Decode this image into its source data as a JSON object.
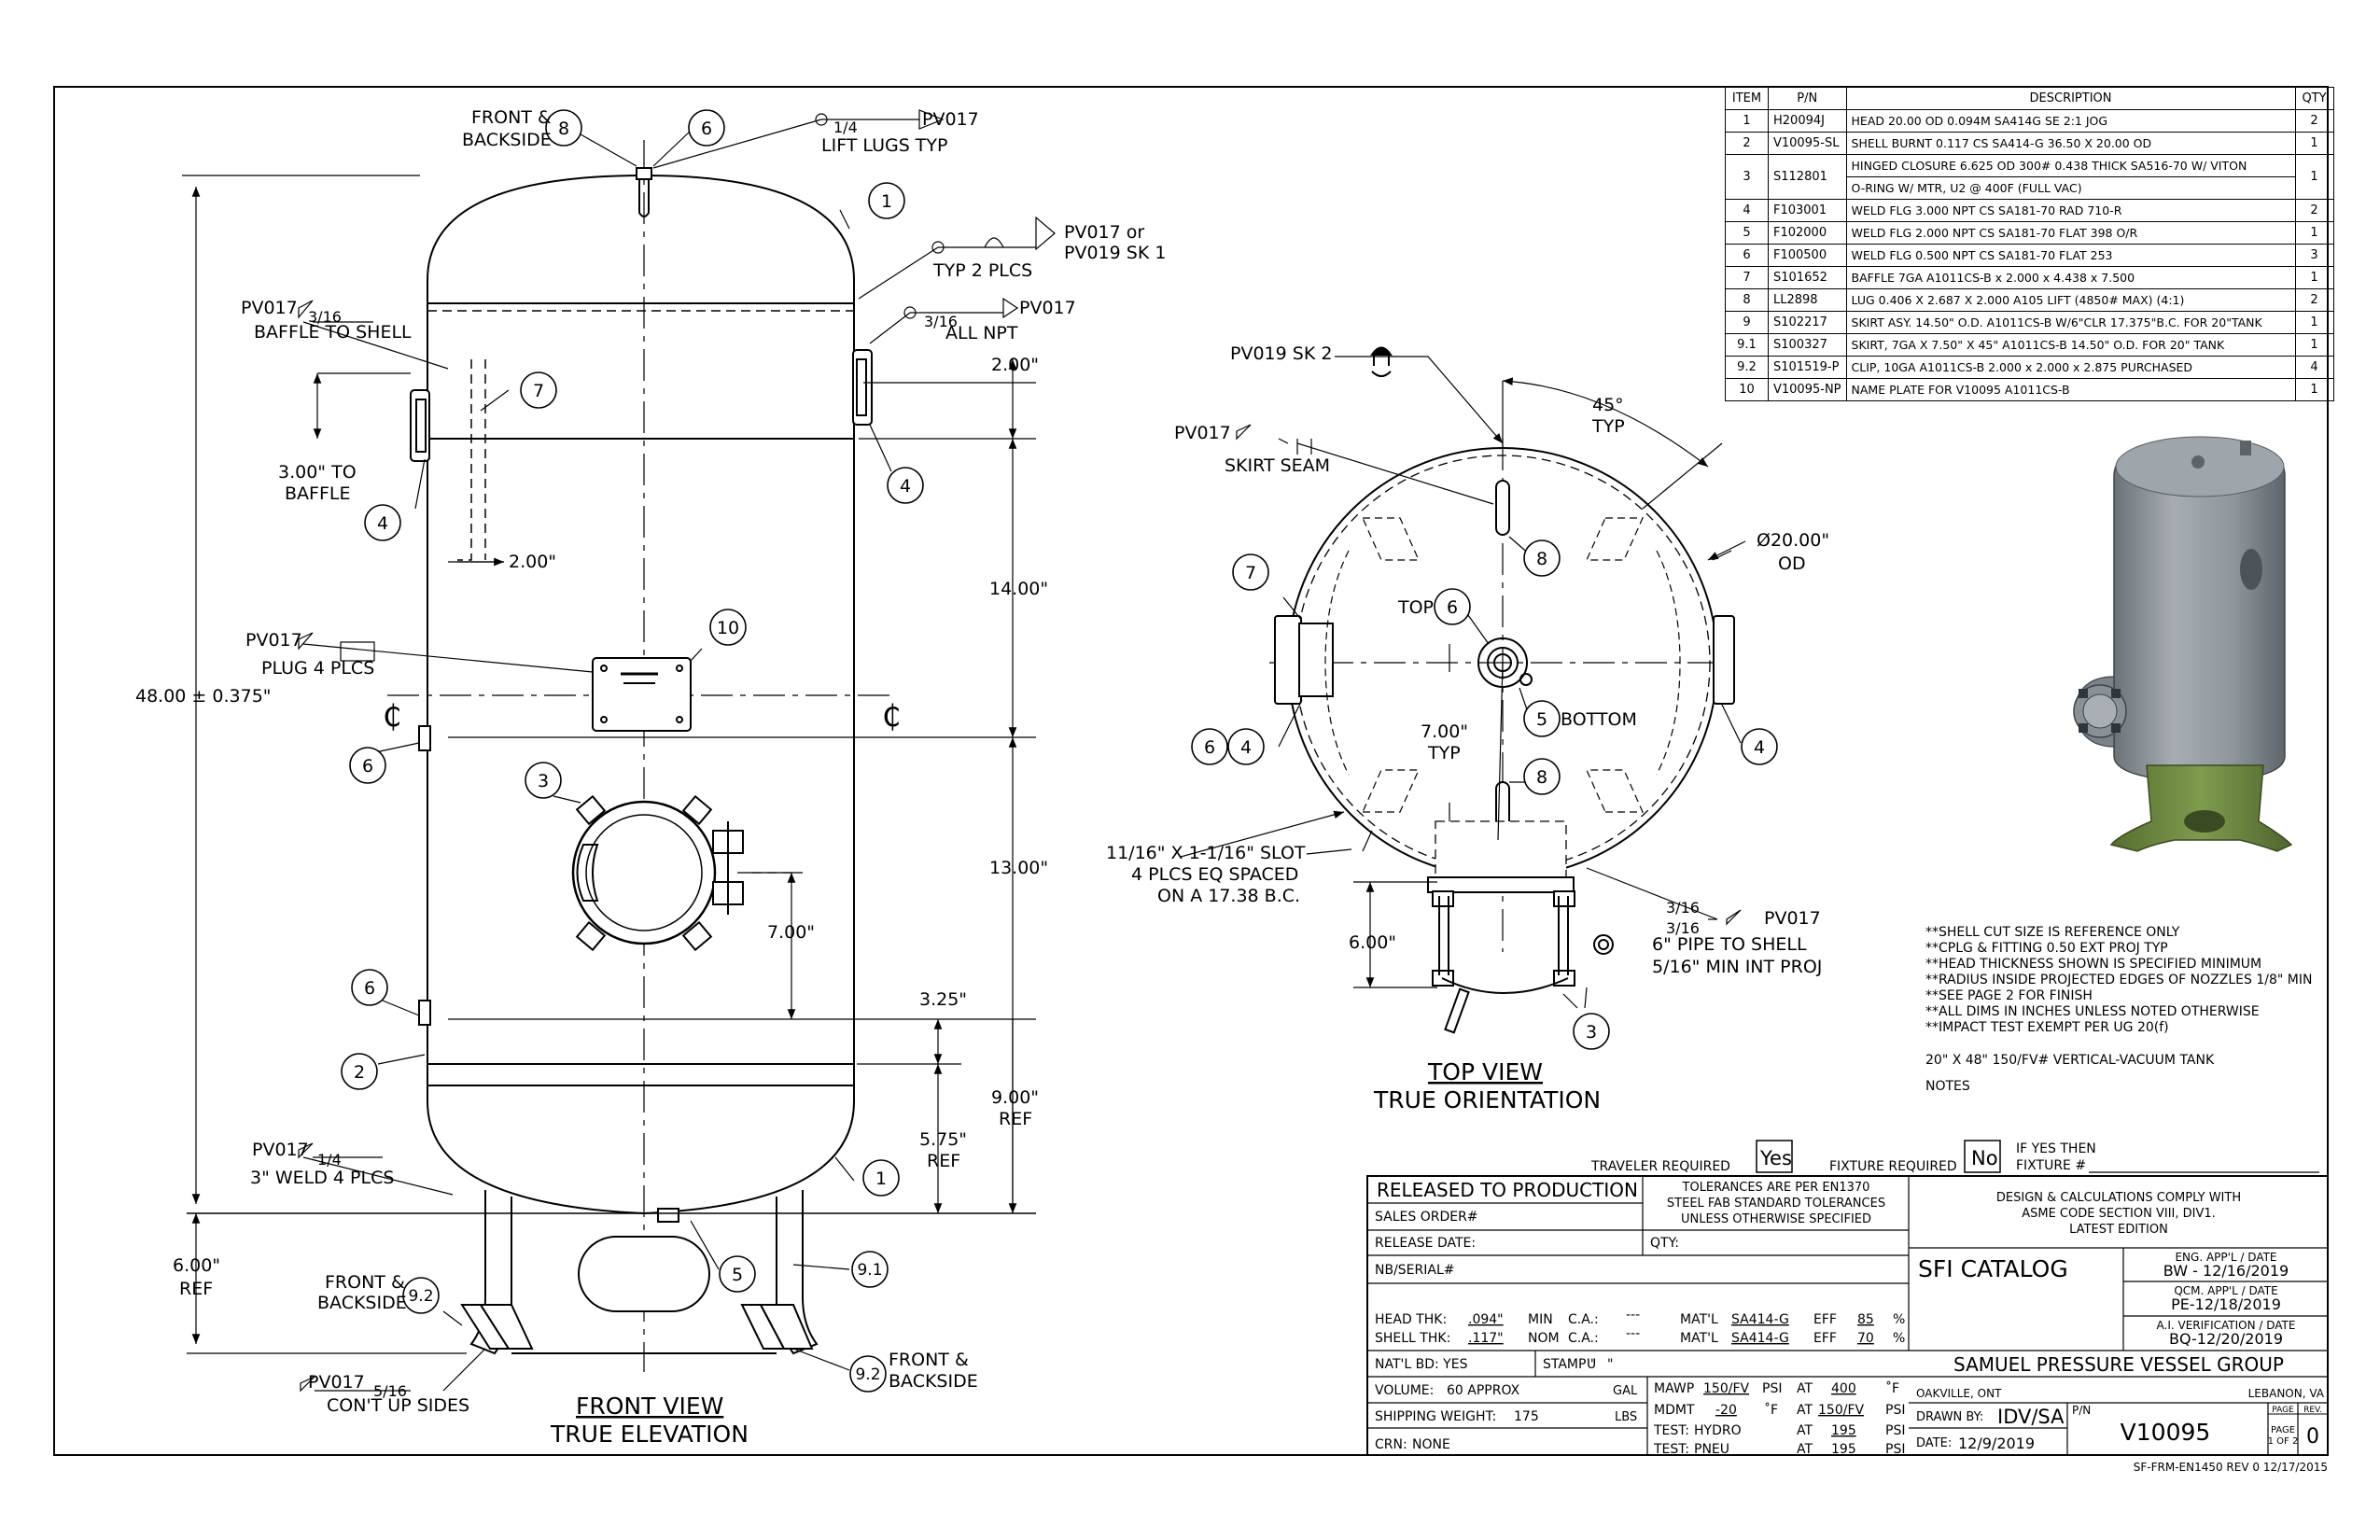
{
  "bom": {
    "headers": {
      "item": "ITEM",
      "pn": "P/N",
      "desc": "DESCRIPTION",
      "qty": "QTY"
    },
    "rows": [
      {
        "item": "1",
        "pn": "H20094J",
        "desc": "HEAD 20.00 OD 0.094M SA414G SE 2:1 JOG",
        "qty": "2"
      },
      {
        "item": "2",
        "pn": "V10095-SL",
        "desc": "SHELL BURNT 0.117 CS SA414-G 36.50 X 20.00 OD",
        "qty": "1"
      },
      {
        "item": "3",
        "pn": "S112801",
        "desc": "HINGED CLOSURE 6.625 OD 300# 0.438 THICK SA516-70 W/ VITON",
        "desc2": "O-RING W/ MTR, U2 @ 400F (FULL VAC)",
        "qty": "1"
      },
      {
        "item": "4",
        "pn": "F103001",
        "desc": "WELD FLG 3.000 NPT CS SA181-70 RAD 710-R",
        "qty": "2"
      },
      {
        "item": "5",
        "pn": "F102000",
        "desc": "WELD FLG 2.000 NPT CS SA181-70 FLAT 398 O/R",
        "qty": "1"
      },
      {
        "item": "6",
        "pn": "F100500",
        "desc": "WELD FLG 0.500 NPT CS SA181-70 FLAT 253",
        "qty": "3"
      },
      {
        "item": "7",
        "pn": "S101652",
        "desc": "BAFFLE 7GA A1011CS-B x 2.000 x 4.438 x 7.500",
        "qty": "1"
      },
      {
        "item": "8",
        "pn": "LL2898",
        "desc": "LUG 0.406 X 2.687 X 2.000 A105 LIFT (4850# MAX) (4:1)",
        "qty": "2"
      },
      {
        "item": "9",
        "pn": "S102217",
        "desc": "SKIRT ASY. 14.50\" O.D. A1011CS-B W/6\"CLR 17.375\"B.C. FOR 20\"TANK",
        "qty": "1"
      },
      {
        "item": "9.1",
        "pn": "S100327",
        "desc": "SKIRT, 7GA X 7.50\" X 45\" A1011CS-B 14.50\" O.D. FOR 20\" TANK",
        "qty": "1"
      },
      {
        "item": "9.2",
        "pn": "S101519-P",
        "desc": "CLIP, 10GA A1011CS-B 2.000 x 2.000 x 2.875 PURCHASED",
        "qty": "4"
      },
      {
        "item": "10",
        "pn": "V10095-NP",
        "desc": "NAME PLATE FOR V10095 A1011CS-B",
        "qty": "1"
      }
    ]
  },
  "front_view": {
    "title": "FRONT VIEW",
    "subtitle": "TRUE ELEVATION",
    "balloons": [
      "8",
      "6",
      "1",
      "7",
      "4",
      "4",
      "10",
      "6",
      "3",
      "6",
      "2",
      "1",
      "5",
      "9.1",
      "9.2",
      "9.2"
    ],
    "notes": {
      "front_backside_top_1": "FRONT &",
      "front_backside_top_2": "BACKSIDE",
      "pv017_lift": "PV017",
      "lift_frac": "1/4",
      "lift_lugs": "LIFT LUGS TYP",
      "pv017_sk1_1": "PV017 or",
      "pv017_sk1_2": "PV019 SK 1",
      "typ2": "TYP 2 PLCS",
      "pv017_npt": "PV017",
      "npt_frac": "3/16",
      "all_npt": "ALL NPT",
      "pv017_baffle": "PV017",
      "baffle_frac": "3/16",
      "baffle_to_shell": "BAFFLE TO SHELL",
      "to_baffle_1": "3.00\" TO",
      "to_baffle_2": "BAFFLE",
      "dim_200_left": "2.00\"",
      "pv017_plug": "PV017",
      "plug4": "PLUG 4 PLCS",
      "overall": "48.00 ± 0.375\"",
      "pv017_weld": "PV017",
      "weld_frac": "1/4",
      "weld4": "3\" WELD 4 PLCS",
      "skirt_ref_1": "6.00\"",
      "skirt_ref_2": "REF",
      "fb_left_1": "FRONT &",
      "fb_left_2": "BACKSIDE",
      "pv017_cont": "PV017",
      "cont_frac": "5/16",
      "cont_sides": "CON'T UP SIDES",
      "fb_right_1": "FRONT &",
      "fb_right_2": "BACKSIDE",
      "dim_200_right": "2.00\"",
      "dim_1400": "14.00\"",
      "dim_1300": "13.00\"",
      "dim_700": "7.00\"",
      "dim_325": "3.25\"",
      "dim_900_1": "9.00\"",
      "dim_900_2": "REF",
      "dim_575_1": "5.75\"",
      "dim_575_2": "REF",
      "cl_left": "₵",
      "cl_right": "₵"
    }
  },
  "top_view": {
    "title": "TOP VIEW",
    "subtitle": "TRUE ORIENTATION",
    "balloons": [
      "8",
      "7",
      "6",
      "6",
      "4",
      "5",
      "4",
      "8",
      "3"
    ],
    "notes": {
      "pv019_sk2": "PV019 SK 2",
      "pv017_skirt": "PV017",
      "skirt_seam": "SKIRT SEAM",
      "angle_1": "45°",
      "angle_2": "TYP",
      "od_1": "Ø20.00\"",
      "od_2": "OD",
      "top": "TOP",
      "bottom": "BOTTOM",
      "typ700_1": "7.00\"",
      "typ700_2": "TYP",
      "slot_1": "11/16\" X 1-1/16\" SLOT",
      "slot_2": "4 PLCS EQ SPACED",
      "slot_3": "ON A 17.38 B.C.",
      "dim_600": "6.00\"",
      "pipe_frac1": "3/16",
      "pipe_frac2": "3/16",
      "pv017_pipe": "PV017",
      "pipe_1": "6\" PIPE TO SHELL",
      "pipe_2": "5/16\" MIN INT PROJ"
    }
  },
  "notes": {
    "lines": [
      "**SHELL CUT SIZE IS REFERENCE ONLY",
      "**CPLG & FITTING 0.50 EXT PROJ TYP",
      "**HEAD THICKNESS SHOWN IS SPECIFIED MINIMUM",
      "**RADIUS INSIDE PROJECTED EDGES OF NOZZLES 1/8\" MIN",
      "**SEE PAGE 2 FOR FINISH",
      "**ALL DIMS IN INCHES UNLESS NOTED OTHERWISE",
      "**IMPACT TEST EXEMPT PER UG 20(f)"
    ],
    "tank": "20\" X 48\" 150/FV# VERTICAL-VACUUM TANK",
    "heading": "NOTES"
  },
  "traveler": {
    "traveler_label": "TRAVELER REQUIRED",
    "traveler_value": "Yes",
    "fixture_label": "FIXTURE REQUIRED",
    "fixture_value": "No",
    "ifyes_1": "IF YES THEN",
    "ifyes_2": "FIXTURE #"
  },
  "title_block": {
    "released": "RELEASED TO PRODUCTION",
    "tol_1": "TOLERANCES ARE PER EN1370",
    "tol_2": "STEEL FAB STANDARD TOLERANCES",
    "tol_3": "UNLESS OTHERWISE SPECIFIED",
    "design_1": "DESIGN & CALCULATIONS COMPLY WITH",
    "design_2": "ASME CODE SECTION VIII, DIV1.",
    "design_3": "LATEST EDITION",
    "sales_order": "SALES ORDER#",
    "release_date": "RELEASE DATE:",
    "qty": "QTY:",
    "nb_serial": "NB/SERIAL#",
    "sfi": "SFI CATALOG",
    "eng_label": "ENG. APP'L / DATE",
    "eng_value": "BW - 12/16/2019",
    "qcm_label": "QCM. APP'L / DATE",
    "qcm_value": "PE-12/18/2019",
    "ai_label": "A.I. VERIFICATION / DATE",
    "ai_value": "BQ-12/20/2019",
    "head_thk": "HEAD THK:",
    "head_val": ".094\"",
    "min": "MIN",
    "ca1": "C.A.:",
    "ca1_val": "---",
    "matl1": "MAT'L",
    "matl1_val": "SA414-G",
    "eff1": "EFF",
    "eff1_val": "85",
    "pct1": "%",
    "shell_thk": "SHELL THK:",
    "shell_val": ".117\"",
    "nom": "NOM",
    "ca2": "C.A.:",
    "ca2_val": "---",
    "matl2": "MAT'L",
    "matl2_val": "SA414-G",
    "eff2": "EFF",
    "eff2_val": "70",
    "pct2": "%",
    "natl_bd": "NAT'L BD: YES",
    "stamp": "STAMP \"",
    "stamp_val": "U",
    "stamp_end": "\"",
    "company": "SAMUEL PRESSURE VESSEL GROUP",
    "volume_label": "VOLUME:",
    "volume_val": "60 APPROX",
    "gal": "GAL",
    "mawp": "MAWP",
    "mawp_val": "150/FV",
    "psi1": "PSI",
    "at1": "AT",
    "at1_val": "400",
    "degf1": "˚F",
    "oakville": "OAKVILLE, ONT",
    "lebanon": "LEBANON, VA",
    "mdmt": "MDMT",
    "mdmt_val": "-20",
    "degf2": "˚F",
    "at2": "AT",
    "at2_val": "150/FV",
    "psi2": "PSI",
    "drawn_by": "DRAWN BY:",
    "drawn_val": "IDV/SA",
    "pn": "P/N",
    "pn_val": "V10095",
    "page_label": "PAGE",
    "rev_label": "REV.",
    "shipping_label": "SHIPPING WEIGHT:",
    "shipping_val": "175",
    "lbs": "LBS",
    "test1": "TEST:",
    "test1_val": "HYDRO",
    "at3": "AT",
    "at3_val": "195",
    "psi3": "PSI",
    "date_label": "DATE:",
    "date_val": "12/9/2019",
    "page_val_1": "PAGE",
    "page_val_2": "1 OF 2",
    "rev_val": "0",
    "crn": "CRN:",
    "crn_val": "NONE",
    "test2": "TEST:",
    "test2_val": "PNEU",
    "at4": "AT",
    "at4_val": "195",
    "psi4": "PSI",
    "form": "SF-FRM-EN1450  REV 0 12/17/2015"
  },
  "colors": {
    "tank_body": "#8f969c",
    "skirt": "#6f8a43",
    "line": "#000000"
  }
}
